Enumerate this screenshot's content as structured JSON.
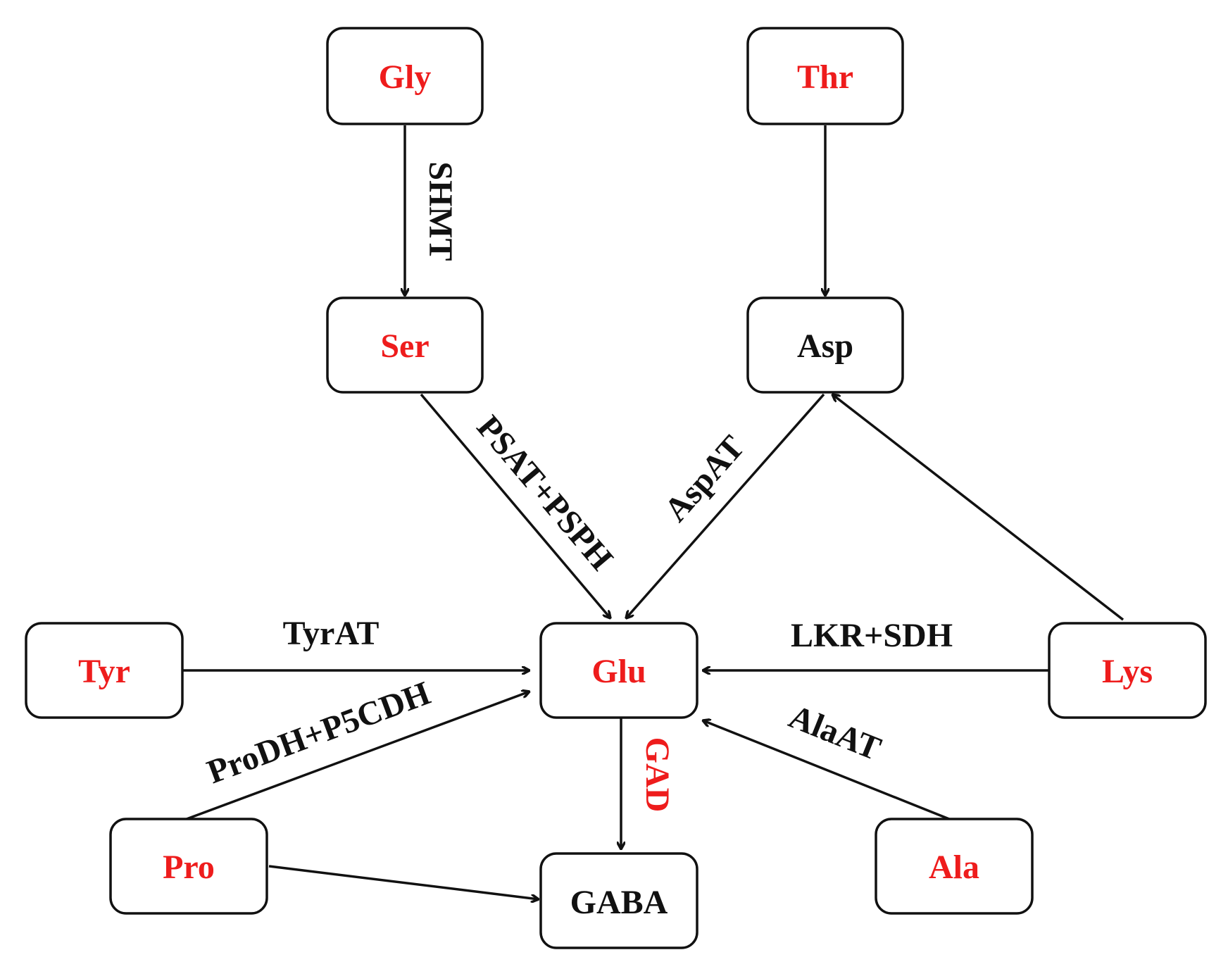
{
  "colors": {
    "highlight": "#ee1c1c",
    "normal": "#111111",
    "line": "#111111"
  },
  "nodes": [
    {
      "id": "gly",
      "label": "Gly",
      "highlight": true
    },
    {
      "id": "thr",
      "label": "Thr",
      "highlight": true
    },
    {
      "id": "ser",
      "label": "Ser",
      "highlight": true
    },
    {
      "id": "asp",
      "label": "Asp",
      "highlight": false
    },
    {
      "id": "tyr",
      "label": "Tyr",
      "highlight": true
    },
    {
      "id": "glu",
      "label": "Glu",
      "highlight": true
    },
    {
      "id": "lys",
      "label": "Lys",
      "highlight": true
    },
    {
      "id": "pro",
      "label": "Pro",
      "highlight": true
    },
    {
      "id": "gaba",
      "label": "GABA",
      "highlight": false
    },
    {
      "id": "ala",
      "label": "Ala",
      "highlight": true
    }
  ],
  "edges": [
    {
      "id": "gly-ser",
      "from": "gly",
      "to": "ser",
      "label": "SHMT",
      "highlight": false
    },
    {
      "id": "thr-asp",
      "from": "thr",
      "to": "asp",
      "label": "",
      "highlight": false
    },
    {
      "id": "ser-glu",
      "from": "ser",
      "to": "glu",
      "label": "PSAT+PSPH",
      "highlight": false
    },
    {
      "id": "asp-glu",
      "from": "asp",
      "to": "glu",
      "label": "AspAT",
      "highlight": false
    },
    {
      "id": "lys-asp",
      "from": "lys",
      "to": "asp",
      "label": "",
      "highlight": false
    },
    {
      "id": "tyr-glu",
      "from": "tyr",
      "to": "glu",
      "label": "TyrAT",
      "highlight": false
    },
    {
      "id": "lys-glu",
      "from": "lys",
      "to": "glu",
      "label": "LKR+SDH",
      "highlight": false
    },
    {
      "id": "pro-glu",
      "from": "pro",
      "to": "glu",
      "label": "ProDH+P5CDH",
      "highlight": false
    },
    {
      "id": "ala-glu",
      "from": "ala",
      "to": "glu",
      "label": "AlaAT",
      "highlight": false
    },
    {
      "id": "glu-gaba",
      "from": "glu",
      "to": "gaba",
      "label": "GAD",
      "highlight": true
    },
    {
      "id": "pro-gaba",
      "from": "pro",
      "to": "gaba",
      "label": "",
      "highlight": false
    }
  ]
}
